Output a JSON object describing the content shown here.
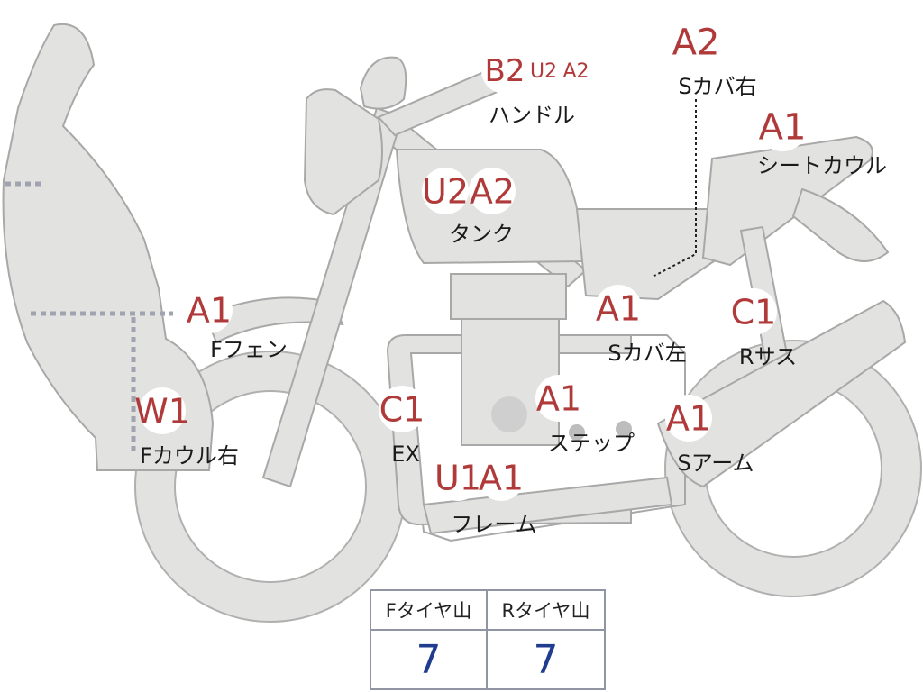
{
  "parts": [
    {
      "id": "handle",
      "label": "ハンドル",
      "grades": [
        "B2",
        "U2",
        "A2"
      ]
    },
    {
      "id": "seat-cover-right",
      "label": "Sカバ右",
      "grades": [
        "A2"
      ]
    },
    {
      "id": "seat-cowl",
      "label": "シートカウル",
      "grades": [
        "A1"
      ]
    },
    {
      "id": "tank",
      "label": "タンク",
      "grades": [
        "U2",
        "A2"
      ]
    },
    {
      "id": "front-fender",
      "label": "Fフェン",
      "grades": [
        "A1"
      ]
    },
    {
      "id": "seat-cover-left",
      "label": "Sカバ左",
      "grades": [
        "A1"
      ]
    },
    {
      "id": "rear-suspension",
      "label": "Rサス",
      "grades": [
        "C1"
      ]
    },
    {
      "id": "front-cowl-right",
      "label": "Fカウル右",
      "grades": [
        "W1"
      ]
    },
    {
      "id": "exhaust",
      "label": "EX",
      "grades": [
        "C1"
      ]
    },
    {
      "id": "step",
      "label": "ステップ",
      "grades": [
        "A1"
      ]
    },
    {
      "id": "swing-arm",
      "label": "Sアーム",
      "grades": [
        "A1"
      ]
    },
    {
      "id": "frame",
      "label": "フレーム",
      "grades": [
        "U1",
        "A1"
      ]
    }
  ],
  "tyre_table": {
    "front_header": "Fタイヤ山",
    "rear_header": "Rタイヤ山",
    "front_value": "7",
    "rear_value": "7"
  },
  "colors": {
    "grade_text": "#b03a3a",
    "tyre_value": "#1f3c8f",
    "part_fill": "#e2e2e0"
  }
}
